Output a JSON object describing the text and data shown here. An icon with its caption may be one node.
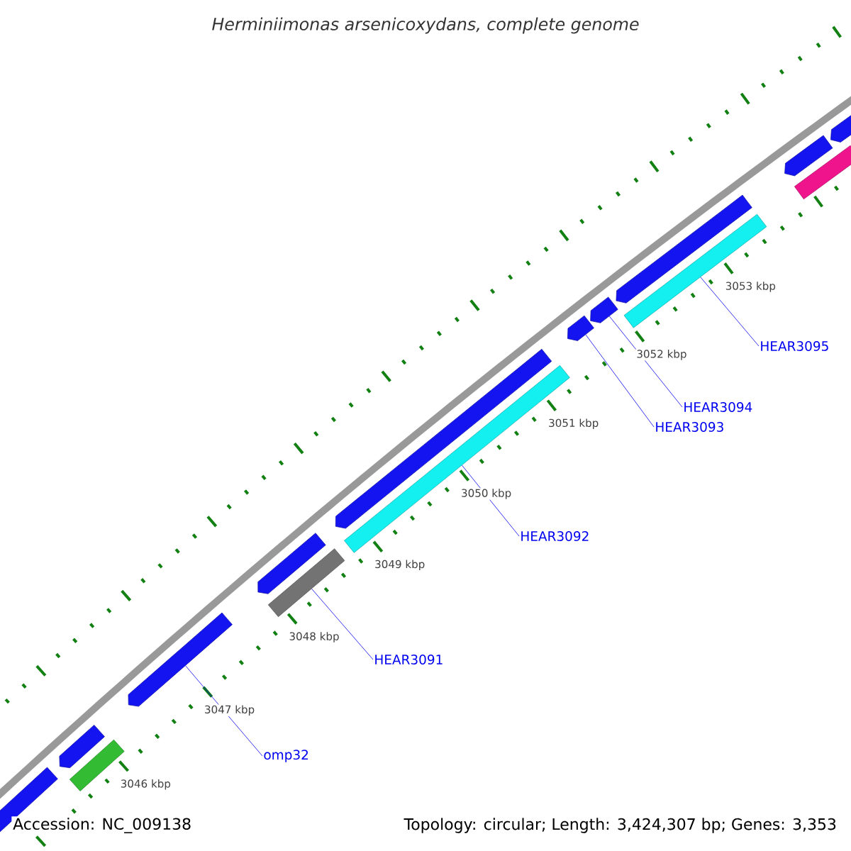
{
  "diagram": {
    "title": "Herminiimonas arsenicoxydans, complete genome",
    "nodes": [
      {
        "text": [],
        "shape": "pentagon"
      },
      {
        "text": [],
        "shape": "pentagon"
      },
      {
        "text": [],
        "shape": "bar"
      },
      {
        "text": [],
        "shape": "pentagon"
      },
      {
        "text": [],
        "shape": "pentagon"
      },
      {
        "text": [],
        "shape": "bar"
      },
      {
        "text": [],
        "shape": "pentagon"
      },
      {
        "text": [],
        "shape": "bar"
      },
      {
        "text": [],
        "shape": "pentagon"
      },
      {
        "text": [],
        "shape": "pentagon"
      },
      {
        "text": [],
        "shape": "pentagon"
      },
      {
        "text": [],
        "shape": "bar"
      },
      {
        "text": [],
        "shape": "pentagon"
      },
      {
        "text": [],
        "shape": "bar"
      },
      {
        "text": [],
        "shape": "pentagon"
      },
      {
        "text": [
          "omp32"
        ]
      },
      {
        "text": [
          "HEAR3091"
        ]
      },
      {
        "text": [
          "HEAR3092"
        ]
      },
      {
        "text": [
          "HEAR3093"
        ]
      },
      {
        "text": [
          "HEAR3094"
        ]
      },
      {
        "text": [
          "HEAR3095"
        ]
      }
    ],
    "edges": [
      {
        "from": 15,
        "to": 3,
        "arrow": "none"
      },
      {
        "from": 16,
        "to": 5,
        "arrow": "none"
      },
      {
        "from": 17,
        "to": 7,
        "arrow": "none"
      },
      {
        "from": 18,
        "to": 8,
        "arrow": "none"
      },
      {
        "from": 19,
        "to": 9,
        "arrow": "none"
      },
      {
        "from": 20,
        "to": 11,
        "arrow": "none"
      }
    ],
    "labels": [
      "3046 kbp",
      "3047 kbp",
      "3048 kbp",
      "3049 kbp",
      "3050 kbp",
      "3051 kbp",
      "3052 kbp",
      "3053 kbp",
      "Accession: NC_009138",
      "Topology: circular; Length: 3,424,307 bp; Genes: 3,353"
    ]
  }
}
